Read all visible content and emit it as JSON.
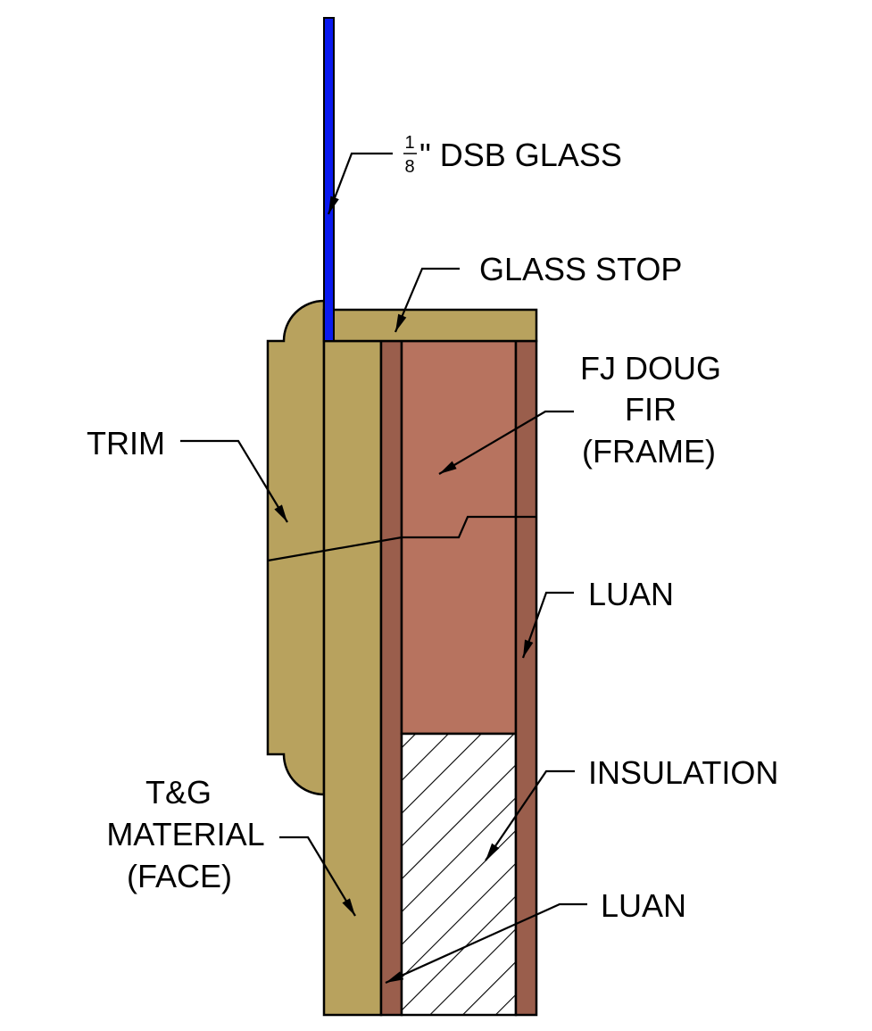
{
  "diagram": {
    "colors": {
      "wood_face": "#B8A25E",
      "frame_fir": "#B7735F",
      "luan": "#9A5E4C",
      "glass": "#0A1AF0",
      "insulation_bg": "#FFFFFF",
      "line": "#000000"
    },
    "labels": {
      "glass_fraction_num": "1",
      "glass_fraction_den": "8",
      "glass": "\" DSB GLASS",
      "glass_stop": "GLASS STOP",
      "frame_line1": "FJ DOUG",
      "frame_line2": "FIR",
      "frame_line3": "(FRAME)",
      "trim": "TRIM",
      "luan_top": "LUAN",
      "insulation": "INSULATION",
      "luan_bottom": "LUAN",
      "face_line1": "T&G",
      "face_line2": "MATERIAL",
      "face_line3": "(FACE)"
    }
  }
}
